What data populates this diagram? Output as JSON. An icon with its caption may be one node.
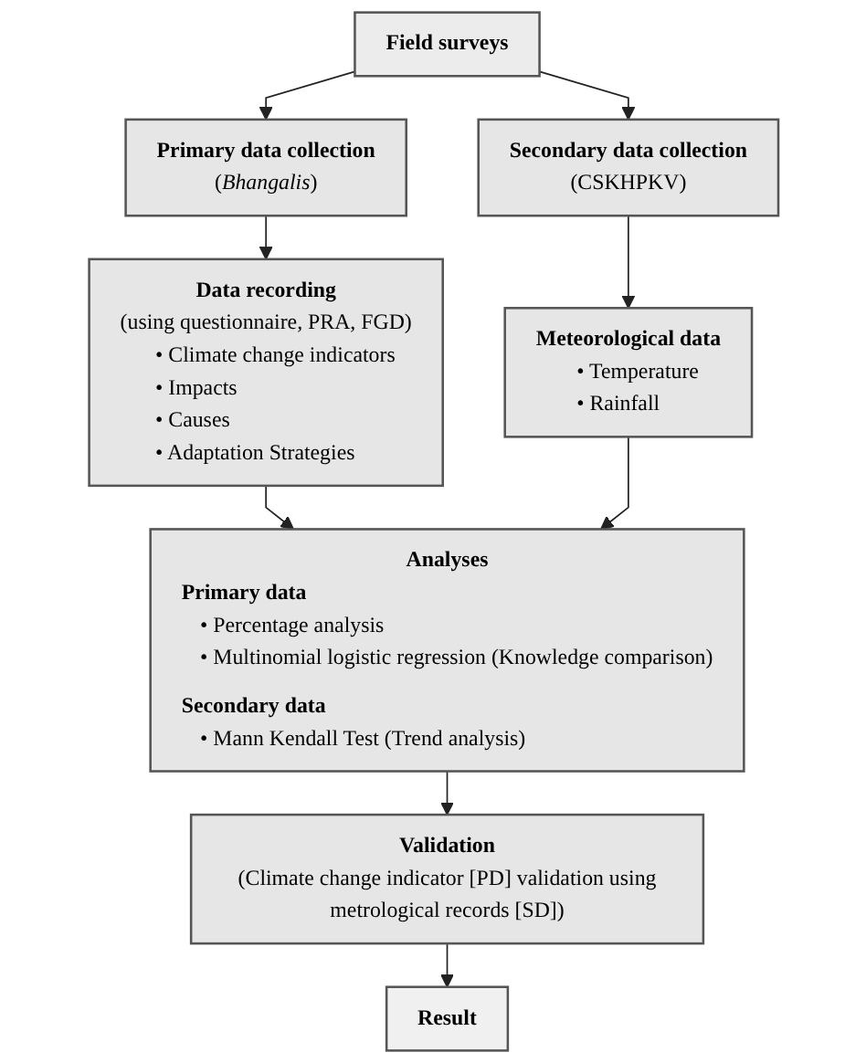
{
  "diagram": {
    "nodes": [
      {
        "text": [
          "Field surveys"
        ]
      },
      {
        "text": [
          "Primary data collection",
          "(*Bhangalis*)"
        ]
      },
      {
        "text": [
          "Secondary data collection",
          "(CSKHPKV)"
        ]
      },
      {
        "text": [
          "Data recording",
          "(using questionnaire, PRA, FGD)",
          "• Climate change indicators",
          "• Impacts",
          "• Causes",
          "• Adaptation Strategies"
        ]
      },
      {
        "text": [
          "Meteorological data",
          "• Temperature",
          "• Rainfall"
        ]
      },
      {
        "text": [
          "Analyses",
          "Primary data",
          "• Percentage analysis",
          "• Multinomial logistic regression (Knowledge comparison)",
          "Secondary data",
          "• Mann Kendall Test (Trend analysis)"
        ]
      },
      {
        "text": [
          "Validation",
          "(Climate change indicator [PD] validation using metrological records [SD])"
        ]
      },
      {
        "text": [
          "Result"
        ]
      }
    ],
    "edges": [
      {
        "from": 0,
        "to": 1,
        "arrow": "to"
      },
      {
        "from": 0,
        "to": 2,
        "arrow": "to"
      },
      {
        "from": 1,
        "to": 3,
        "arrow": "to"
      },
      {
        "from": 2,
        "to": 4,
        "arrow": "to"
      },
      {
        "from": 3,
        "to": 5,
        "arrow": "to"
      },
      {
        "from": 4,
        "to": 5,
        "arrow": "to"
      },
      {
        "from": 5,
        "to": 6,
        "arrow": "to"
      },
      {
        "from": 6,
        "to": 7,
        "arrow": "to"
      }
    ]
  }
}
